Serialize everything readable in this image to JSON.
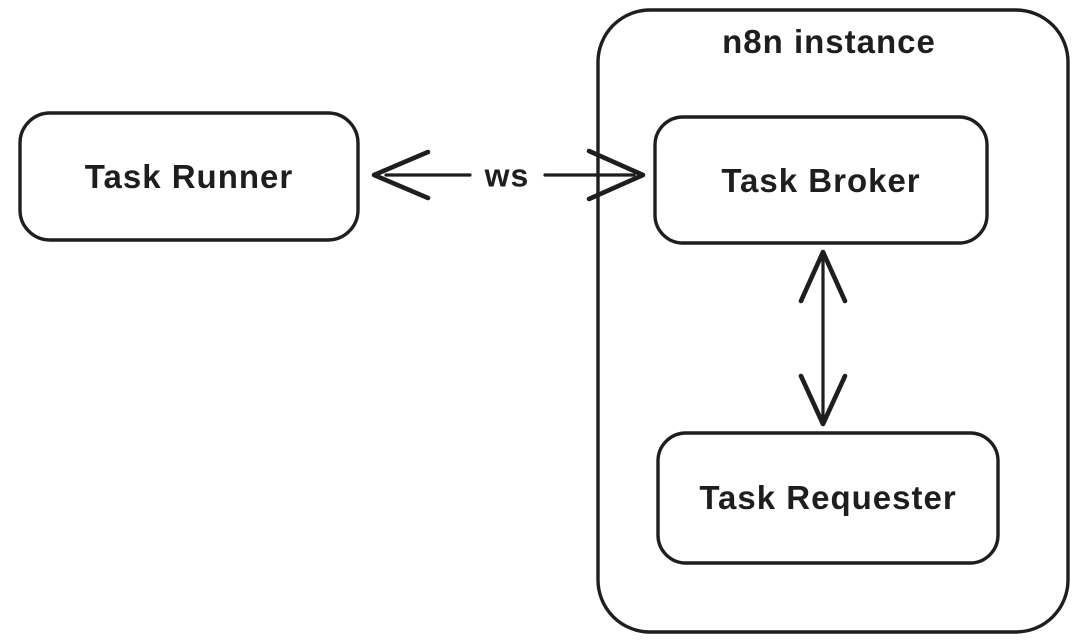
{
  "diagram": {
    "title": "",
    "background": "#ffffff",
    "stroke_color": "#1e1e1e",
    "nodes": {
      "task_runner": {
        "label": "Task Runner"
      },
      "n8n_instance": {
        "label": "n8n instance",
        "type": "container"
      },
      "task_broker": {
        "label": "Task Broker",
        "parent": "n8n instance"
      },
      "task_requester": {
        "label": "Task Requester",
        "parent": "n8n instance"
      }
    },
    "edges": [
      {
        "id": "runner-broker",
        "label": "ws",
        "type": "bidirectional",
        "from": "Task Runner",
        "to": "Task Broker"
      },
      {
        "id": "broker-requester",
        "label": "",
        "type": "bidirectional",
        "from": "Task Broker",
        "to": "Task Requester"
      }
    ]
  }
}
